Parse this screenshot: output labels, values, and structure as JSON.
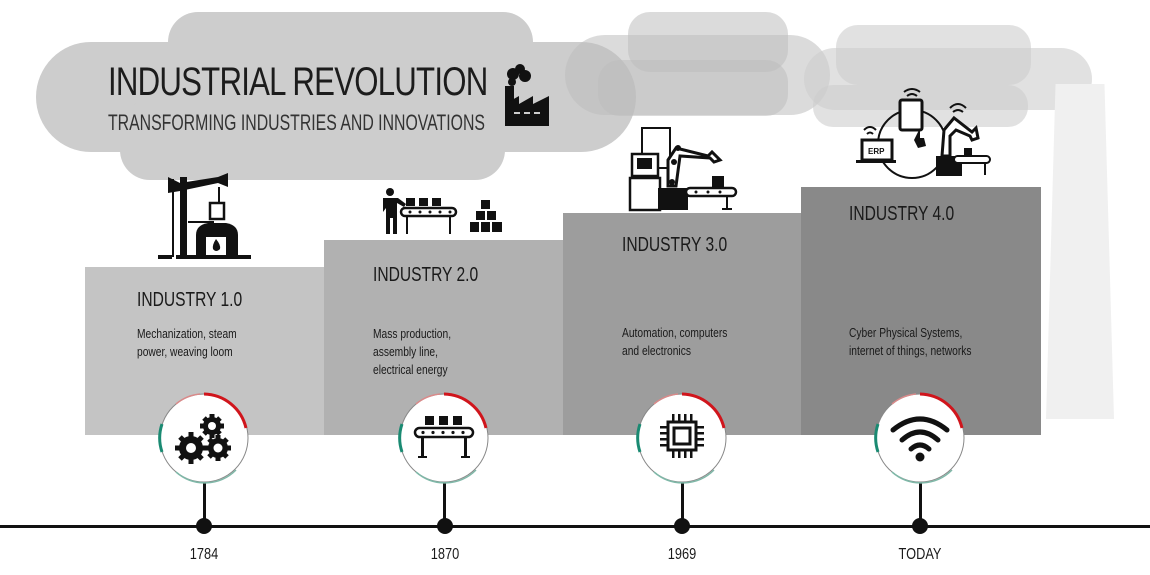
{
  "header": {
    "title": "INDUSTRIAL REVOLUTION",
    "subtitle": "TRANSFORMING INDUSTRIES AND INNOVATIONS",
    "icon": "factory-icon"
  },
  "colors": {
    "step1": "#c4c4c4",
    "step2": "#b1b1b1",
    "step3": "#9d9d9d",
    "step4": "#898989",
    "cloud": "#cdcdcd",
    "ring_red": "#d0151c",
    "ring_teal": "#1a8a72",
    "timeline": "#111111"
  },
  "steps": [
    {
      "title": "INDUSTRY 1.0",
      "description": "Mechanization, steam\npower, weaving loom",
      "year": "1784",
      "top_icon": "steam-engine-icon",
      "circle_icon": "gears-icon"
    },
    {
      "title": "INDUSTRY 2.0",
      "description": "Mass production,\nassembly line,\nelectrical energy",
      "year": "1870",
      "top_icon": "assembly-line-worker-icon",
      "circle_icon": "conveyor-belt-icon"
    },
    {
      "title": "INDUSTRY 3.0",
      "description": "Automation, computers\nand electronics",
      "year": "1969",
      "top_icon": "robot-arm-computer-icon",
      "circle_icon": "microchip-icon"
    },
    {
      "title": "INDUSTRY 4.0",
      "description": "Cyber Physical Systems,\ninternet of things, networks",
      "year": "TODAY",
      "top_icon": "connected-erp-robot-icon",
      "circle_icon": "wifi-icon",
      "erp_label": "ERP"
    }
  ]
}
